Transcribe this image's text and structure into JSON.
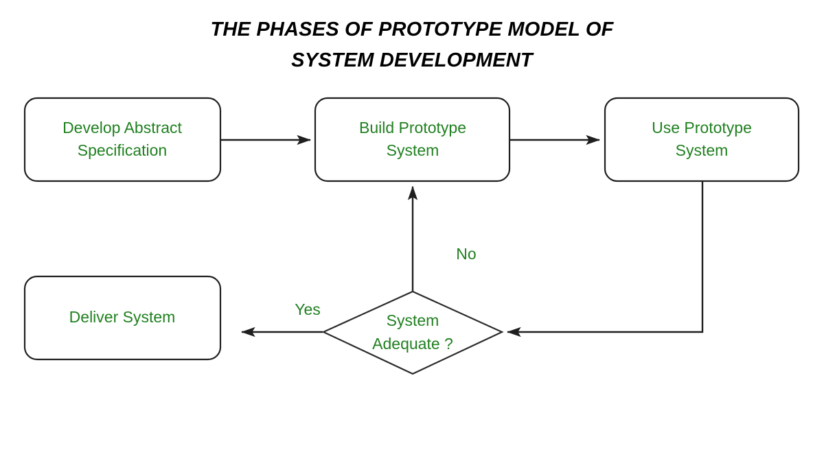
{
  "diagram": {
    "title": {
      "line1": "THE PHASES OF PROTOTYPE MODEL OF",
      "line2": "SYSTEM DEVELOPMENT"
    },
    "colors": {
      "node_text": "#218021",
      "stroke": "#1f1f1f",
      "fill": "#ffffff",
      "title_text": "#000000"
    },
    "nodes": [
      {
        "id": "develop-abstract-specification",
        "shape": "rounded-rect",
        "line1": "Develop Abstract",
        "line2": "Specification"
      },
      {
        "id": "build-prototype-system",
        "shape": "rounded-rect",
        "line1": "Build Prototype",
        "line2": "System"
      },
      {
        "id": "use-prototype-system",
        "shape": "rounded-rect",
        "line1": "Use Prototype",
        "line2": "System"
      },
      {
        "id": "deliver-system",
        "shape": "rounded-rect",
        "line1": "Deliver System",
        "line2": ""
      },
      {
        "id": "system-adequate",
        "shape": "diamond",
        "line1": "System",
        "line2": "Adequate ?"
      }
    ],
    "edges": [
      {
        "id": "develop-to-build",
        "label": "",
        "from": "develop-abstract-specification",
        "to": "build-prototype-system"
      },
      {
        "id": "build-to-use",
        "label": "",
        "from": "build-prototype-system",
        "to": "use-prototype-system"
      },
      {
        "id": "use-to-decision",
        "label": "",
        "from": "use-prototype-system",
        "to": "system-adequate"
      },
      {
        "id": "decision-to-deliver",
        "label": "Yes",
        "from": "system-adequate",
        "to": "deliver-system"
      },
      {
        "id": "decision-to-build",
        "label": "No",
        "from": "system-adequate",
        "to": "build-prototype-system"
      }
    ]
  }
}
